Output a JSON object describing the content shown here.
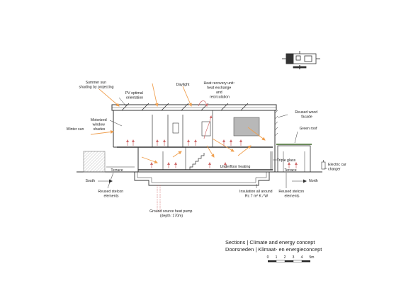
{
  "colors": {
    "line": "#333333",
    "sun": "#f0a050",
    "heat": "#d06a6a",
    "green": "#6a8a5a",
    "grey": "#b8b8b8"
  },
  "labels": {
    "summer_sun": [
      "Summer sun",
      "shading by projecting"
    ],
    "pv": [
      "PV optimal",
      "orientation"
    ],
    "daylight": "Daylight",
    "heat_recovery": [
      "Heat recovery unit:",
      "heat exchange",
      "and",
      "recirculation"
    ],
    "motorized": [
      "Motorized",
      "window",
      "shades"
    ],
    "winter_sun": "Winter sun",
    "reused_wood": [
      "Reused wood",
      "facade"
    ],
    "green_roof": "Green roof",
    "triple_glass": "Triple glass",
    "underfloor": "Underfloor heating",
    "terrace_left": "Terrace",
    "terrace_right": "Terrace",
    "south": "South",
    "north": "North",
    "electric_car": [
      "Electric car",
      "charger"
    ],
    "reused_stelcon_left": [
      "Reused stelcon",
      "elements"
    ],
    "insulation": [
      "Insulation all around",
      "Rc 7 m² K / W"
    ],
    "reused_stelcon_right": [
      "Reused stelcon",
      "elements"
    ],
    "ground_pump": [
      "Ground source heat pump",
      "(depth: 170m)"
    ]
  },
  "title": {
    "line1": "Sections | Climate and energy concept",
    "line2": "Doorsneden | Klimaat- en energieconcept"
  },
  "scale_bar": {
    "ticks": [
      "0",
      "1",
      "2",
      "3",
      "4",
      "5m"
    ]
  }
}
